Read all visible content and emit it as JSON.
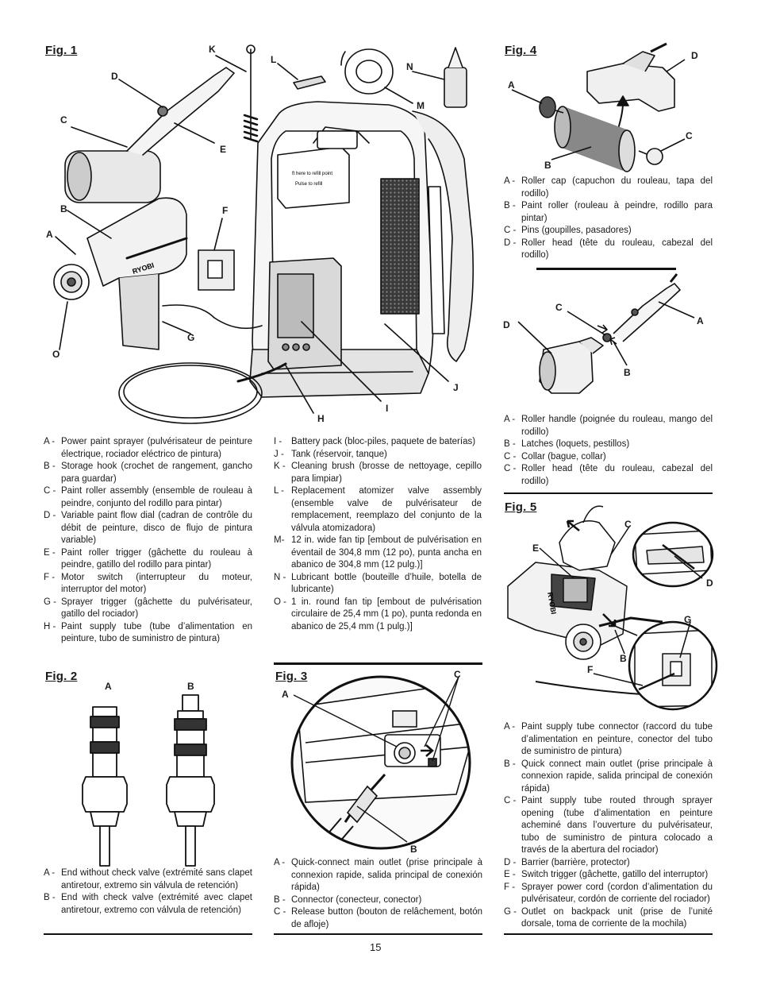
{
  "page_number": "15",
  "fig1": {
    "title": "Fig. 1",
    "callouts": [
      "A",
      "B",
      "C",
      "D",
      "E",
      "F",
      "G",
      "H",
      "I",
      "J",
      "K",
      "L",
      "M",
      "N",
      "O"
    ],
    "reel_text_1": "ft here to refill point",
    "reel_text_2": "Pulse to refill",
    "brand": "RYOBI",
    "legend_left": [
      {
        "key": "A -",
        "text": "Power paint sprayer (pulvérisateur de peinture électrique, rociador eléctrico de pintura)"
      },
      {
        "key": "B -",
        "text": "Storage hook (crochet de rangement, gancho para guardar)"
      },
      {
        "key": "C -",
        "text": "Paint roller assembly (ensemble de rouleau à peindre, conjunto del rodillo para pintar)"
      },
      {
        "key": "D -",
        "text": "Variable paint flow dial (cadran de contrôle du débit de peinture, disco de flujo de pintura variable)"
      },
      {
        "key": "E -",
        "text": "Paint roller trigger (gâchette du rouleau à peindre, gatillo del rodillo para pintar)"
      },
      {
        "key": "F -",
        "text": "Motor switch (interrupteur du moteur, interruptor del motor)"
      },
      {
        "key": "G -",
        "text": "Sprayer trigger (gâchette du pulvérisateur, gatillo del rociador)"
      },
      {
        "key": "H -",
        "text": "Paint supply tube (tube d’alimentation en peinture, tubo de suministro de pintura)"
      }
    ],
    "legend_right": [
      {
        "key": "I -",
        "text": "Battery pack (bloc-piles, paquete de baterías)"
      },
      {
        "key": "J -",
        "text": "Tank (réservoir, tanque)"
      },
      {
        "key": "K -",
        "text": "Cleaning brush (brosse de nettoyage, cepillo para limpiar)"
      },
      {
        "key": "L -",
        "text": "Replacement atomizer valve assembly (ensemble valve de pulvérisateur de remplacement, reemplazo del conjunto de la válvula atomizadora)"
      },
      {
        "key": "M-",
        "text": "12 in. wide fan tip [embout de pulvérisation en éventail de 304,8 mm (12 po), punta ancha en abanico de 304,8 mm (12 pulg.)]"
      },
      {
        "key": "N -",
        "text": "Lubricant bottle (bouteille d’huile, botella de lubricante)"
      },
      {
        "key": "O -",
        "text": "1 in. round fan tip [embout de pulvérisation circulaire de 25,4 mm (1 po), punta redonda en abanico de 25,4 mm (1 pulg.)]"
      }
    ]
  },
  "fig2": {
    "title": "Fig. 2",
    "callouts": [
      "A",
      "B"
    ],
    "legend": [
      {
        "key": "A -",
        "text": "End without check valve (extrémité sans clapet antiretour, extremo sin válvula de retención)"
      },
      {
        "key": "B -",
        "text": "End with check valve (extrémité avec clapet antiretour, extremo con válvula de retención)"
      }
    ]
  },
  "fig3": {
    "title": "Fig. 3",
    "callouts": [
      "A",
      "B",
      "C"
    ],
    "legend": [
      {
        "key": "A -",
        "text": "Quick-connect main outlet (prise principale à connexion rapide, salida principal de conexión rápida)"
      },
      {
        "key": "B -",
        "text": "Connector (conecteur, conector)"
      },
      {
        "key": "C -",
        "text": "Release button (bouton de relâchement, botón de afloje)"
      }
    ]
  },
  "fig4": {
    "title": "Fig. 4",
    "callouts_top": [
      "A",
      "B",
      "C",
      "D"
    ],
    "legend_top": [
      {
        "key": "A -",
        "text": "Roller cap (capuchon du rouleau, tapa del rodillo)"
      },
      {
        "key": "B -",
        "text": "Paint roller (rouleau à peindre, rodillo para pintar)"
      },
      {
        "key": "C -",
        "text": "Pins (goupilles, pasadores)"
      },
      {
        "key": "D -",
        "text": "Roller head (tête du rouleau, cabezal del rodillo)"
      }
    ],
    "callouts_bottom": [
      "A",
      "B",
      "C",
      "D"
    ],
    "legend_bottom": [
      {
        "key": "A -",
        "text": "Roller handle (poignée du rouleau, mango del rodillo)"
      },
      {
        "key": "B -",
        "text": "Latches (loquets, pestillos)"
      },
      {
        "key": "C -",
        "text": "Collar (bague, collar)"
      },
      {
        "key": "C -",
        "text": "Roller head (tête du rouleau, cabezal del rodillo)"
      }
    ]
  },
  "fig5": {
    "title": "Fig. 5",
    "callouts": [
      "A",
      "B",
      "C",
      "D",
      "E",
      "F",
      "G"
    ],
    "brand": "RYOBI",
    "legend": [
      {
        "key": "A -",
        "text": "Paint supply tube connector (raccord du tube d’alimentation en peinture, conector del tubo de suministro de pintura)"
      },
      {
        "key": "B -",
        "text": "Quick connect main outlet (prise principale à connexion rapide, salida principal de conexión rápida)"
      },
      {
        "key": "C -",
        "text": "Paint supply tube routed through sprayer opening (tube d’alimentation en peinture acheminé dans l’ouverture du pulvérisateur, tubo de suministro de pintura colocado a través de la abertura del rociador)"
      },
      {
        "key": "D -",
        "text": "Barrier (barrière, protector)"
      },
      {
        "key": "E -",
        "text": "Switch trigger (gâchette, gatillo del interruptor)"
      },
      {
        "key": "F -",
        "text": "Sprayer power cord (cordon d’alimentation du pulvérisateur, cordón de corriente del rociador)"
      },
      {
        "key": "G -",
        "text": "Outlet on backpack unit (prise de l’unité dorsale, toma de corriente de la mochila)"
      }
    ]
  }
}
